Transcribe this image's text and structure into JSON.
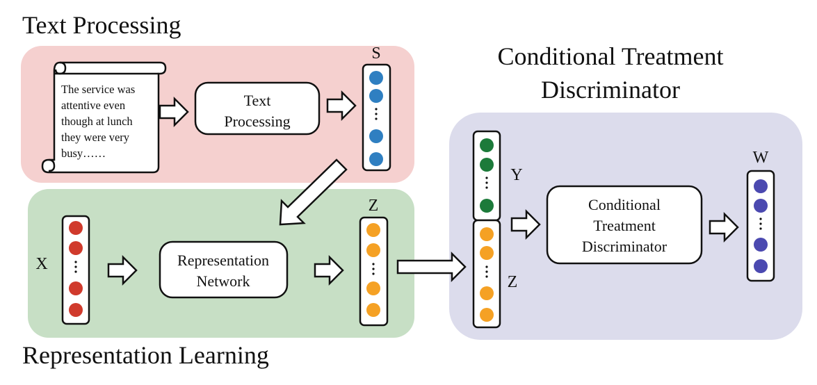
{
  "sections": {
    "text_processing": {
      "title": "Text Processing",
      "document_text": [
        "The service was",
        "attentive even",
        "though at lunch",
        "they were very",
        "busy……"
      ],
      "box_label": [
        "Text",
        "Processing"
      ],
      "vector_label": "S"
    },
    "representation_learning": {
      "title": "Representation Learning",
      "input_label": "X",
      "box_label": [
        "Representation",
        "Network"
      ],
      "vector_label": "Z"
    },
    "conditional_treatment_discriminator": {
      "title": [
        "Conditional Treatment",
        "Discriminator"
      ],
      "vector_y_label": "Y",
      "vector_z_label": "Z",
      "box_label": [
        "Conditional",
        "Treatment",
        "Discriminator"
      ],
      "output_label": "W"
    }
  },
  "colors": {
    "text_panel": "#f5d0cf",
    "representation_panel": "#c7dfc5",
    "discriminator_panel": "#dcdcec",
    "s_dots": "#2f7fc1",
    "x_dots": "#d03a2c",
    "z_dots": "#f5a124",
    "y_dots": "#1c7a3a",
    "w_dots": "#4b49b0"
  }
}
